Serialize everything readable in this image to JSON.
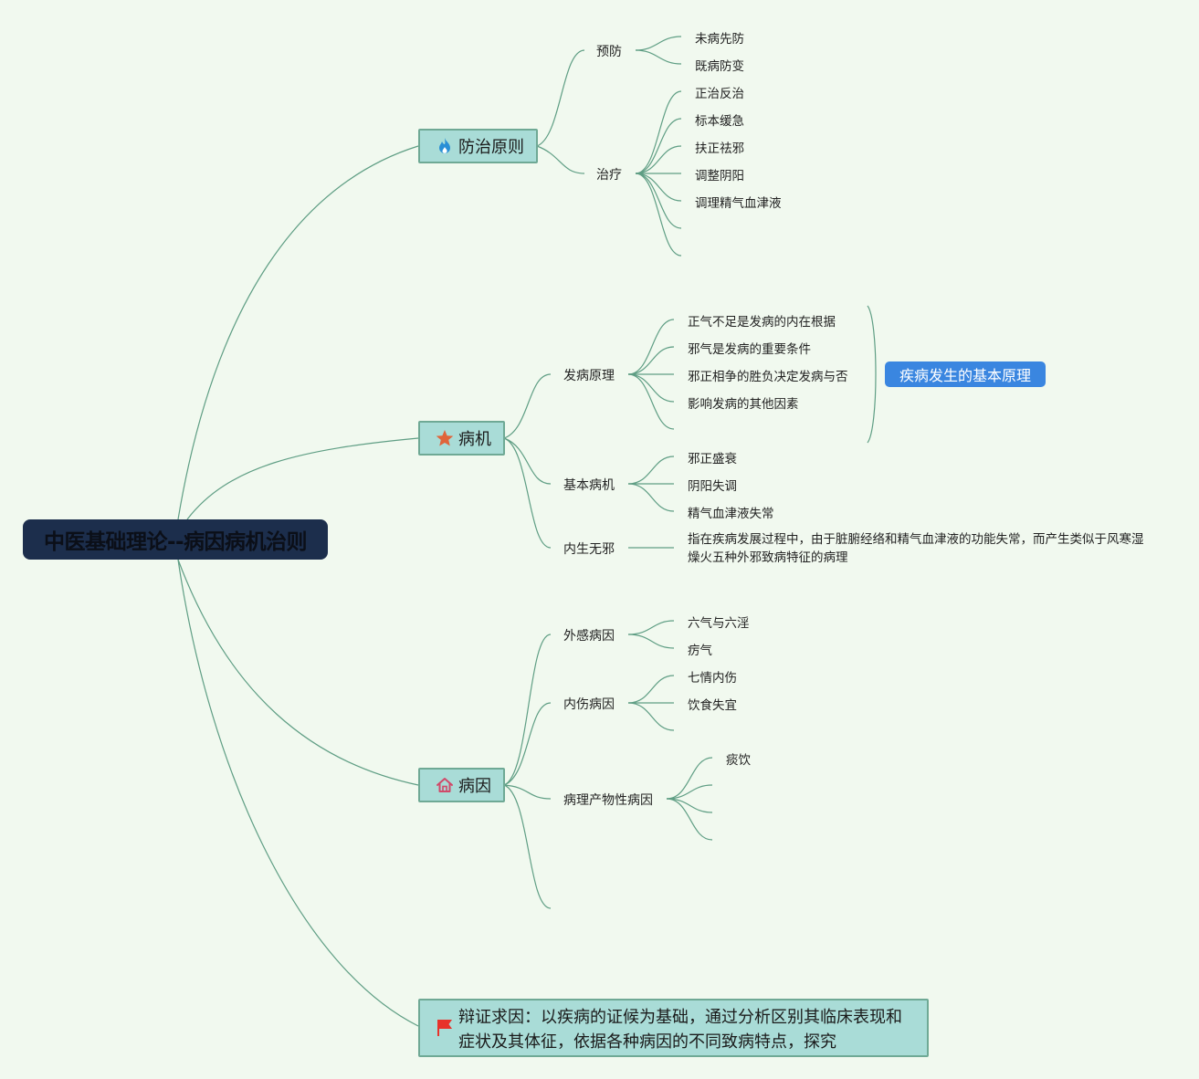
{
  "root": {
    "title": "中医基础理论--病因病机治则"
  },
  "branches": {
    "fangzhi": {
      "label": "防治原则",
      "icon": "fire-icon",
      "yufang": {
        "label": "预防",
        "items": [
          "未病先防",
          "既病防变"
        ]
      },
      "zhiliao": {
        "label": "治疗",
        "items": [
          "正治反治",
          "标本缓急",
          "扶正祛邪",
          "调整阴阳",
          "调理精气血津液"
        ]
      }
    },
    "bingji": {
      "label": "病机",
      "icon": "star-icon",
      "fabing": {
        "label": "发病原理",
        "items": [
          "正气不足是发病的内在根据",
          "邪气是发病的重要条件",
          "邪正相争的胜负决定发病与否",
          "影响发病的其他因素"
        ],
        "summary": "疾病发生的基本原理"
      },
      "jiben": {
        "label": "基本病机",
        "items": [
          "邪正盛衰",
          "阴阳失调",
          "精气血津液失常"
        ]
      },
      "neisheng": {
        "label": "内生无邪",
        "desc": "指在疾病发展过程中，由于脏腑经络和精气血津液的功能失常，而产生类似于风寒湿燥火五种外邪致病特征的病理"
      }
    },
    "bingyin": {
      "label": "病因",
      "icon": "house-icon",
      "waigan": {
        "label": "外感病因",
        "items": [
          "六气与六淫",
          "疠气"
        ]
      },
      "neishang": {
        "label": "内伤病因",
        "items": [
          "七情内伤",
          "饮食失宜"
        ]
      },
      "chanwu": {
        "label": "病理产物性病因",
        "items": [
          "痰饮"
        ]
      }
    },
    "bianzheng": {
      "icon": "flag-icon",
      "text": "辩证求因：以疾病的证候为基础，通过分析区别其临床表现和症状及其体征，依据各种病因的不同致病特点，探究"
    }
  },
  "colors": {
    "background": "#f1f9ef",
    "root_fill": "#1c2e4c",
    "main_fill": "#a9dcd7",
    "main_border": "#6fa995",
    "link": "#5f9e84",
    "summary_fill": "#3a86e0",
    "fire_icon": "#2a8fd6",
    "star_icon": "#e0643a",
    "house_icon": "#d04a6a",
    "flag_icon": "#e8322a"
  }
}
